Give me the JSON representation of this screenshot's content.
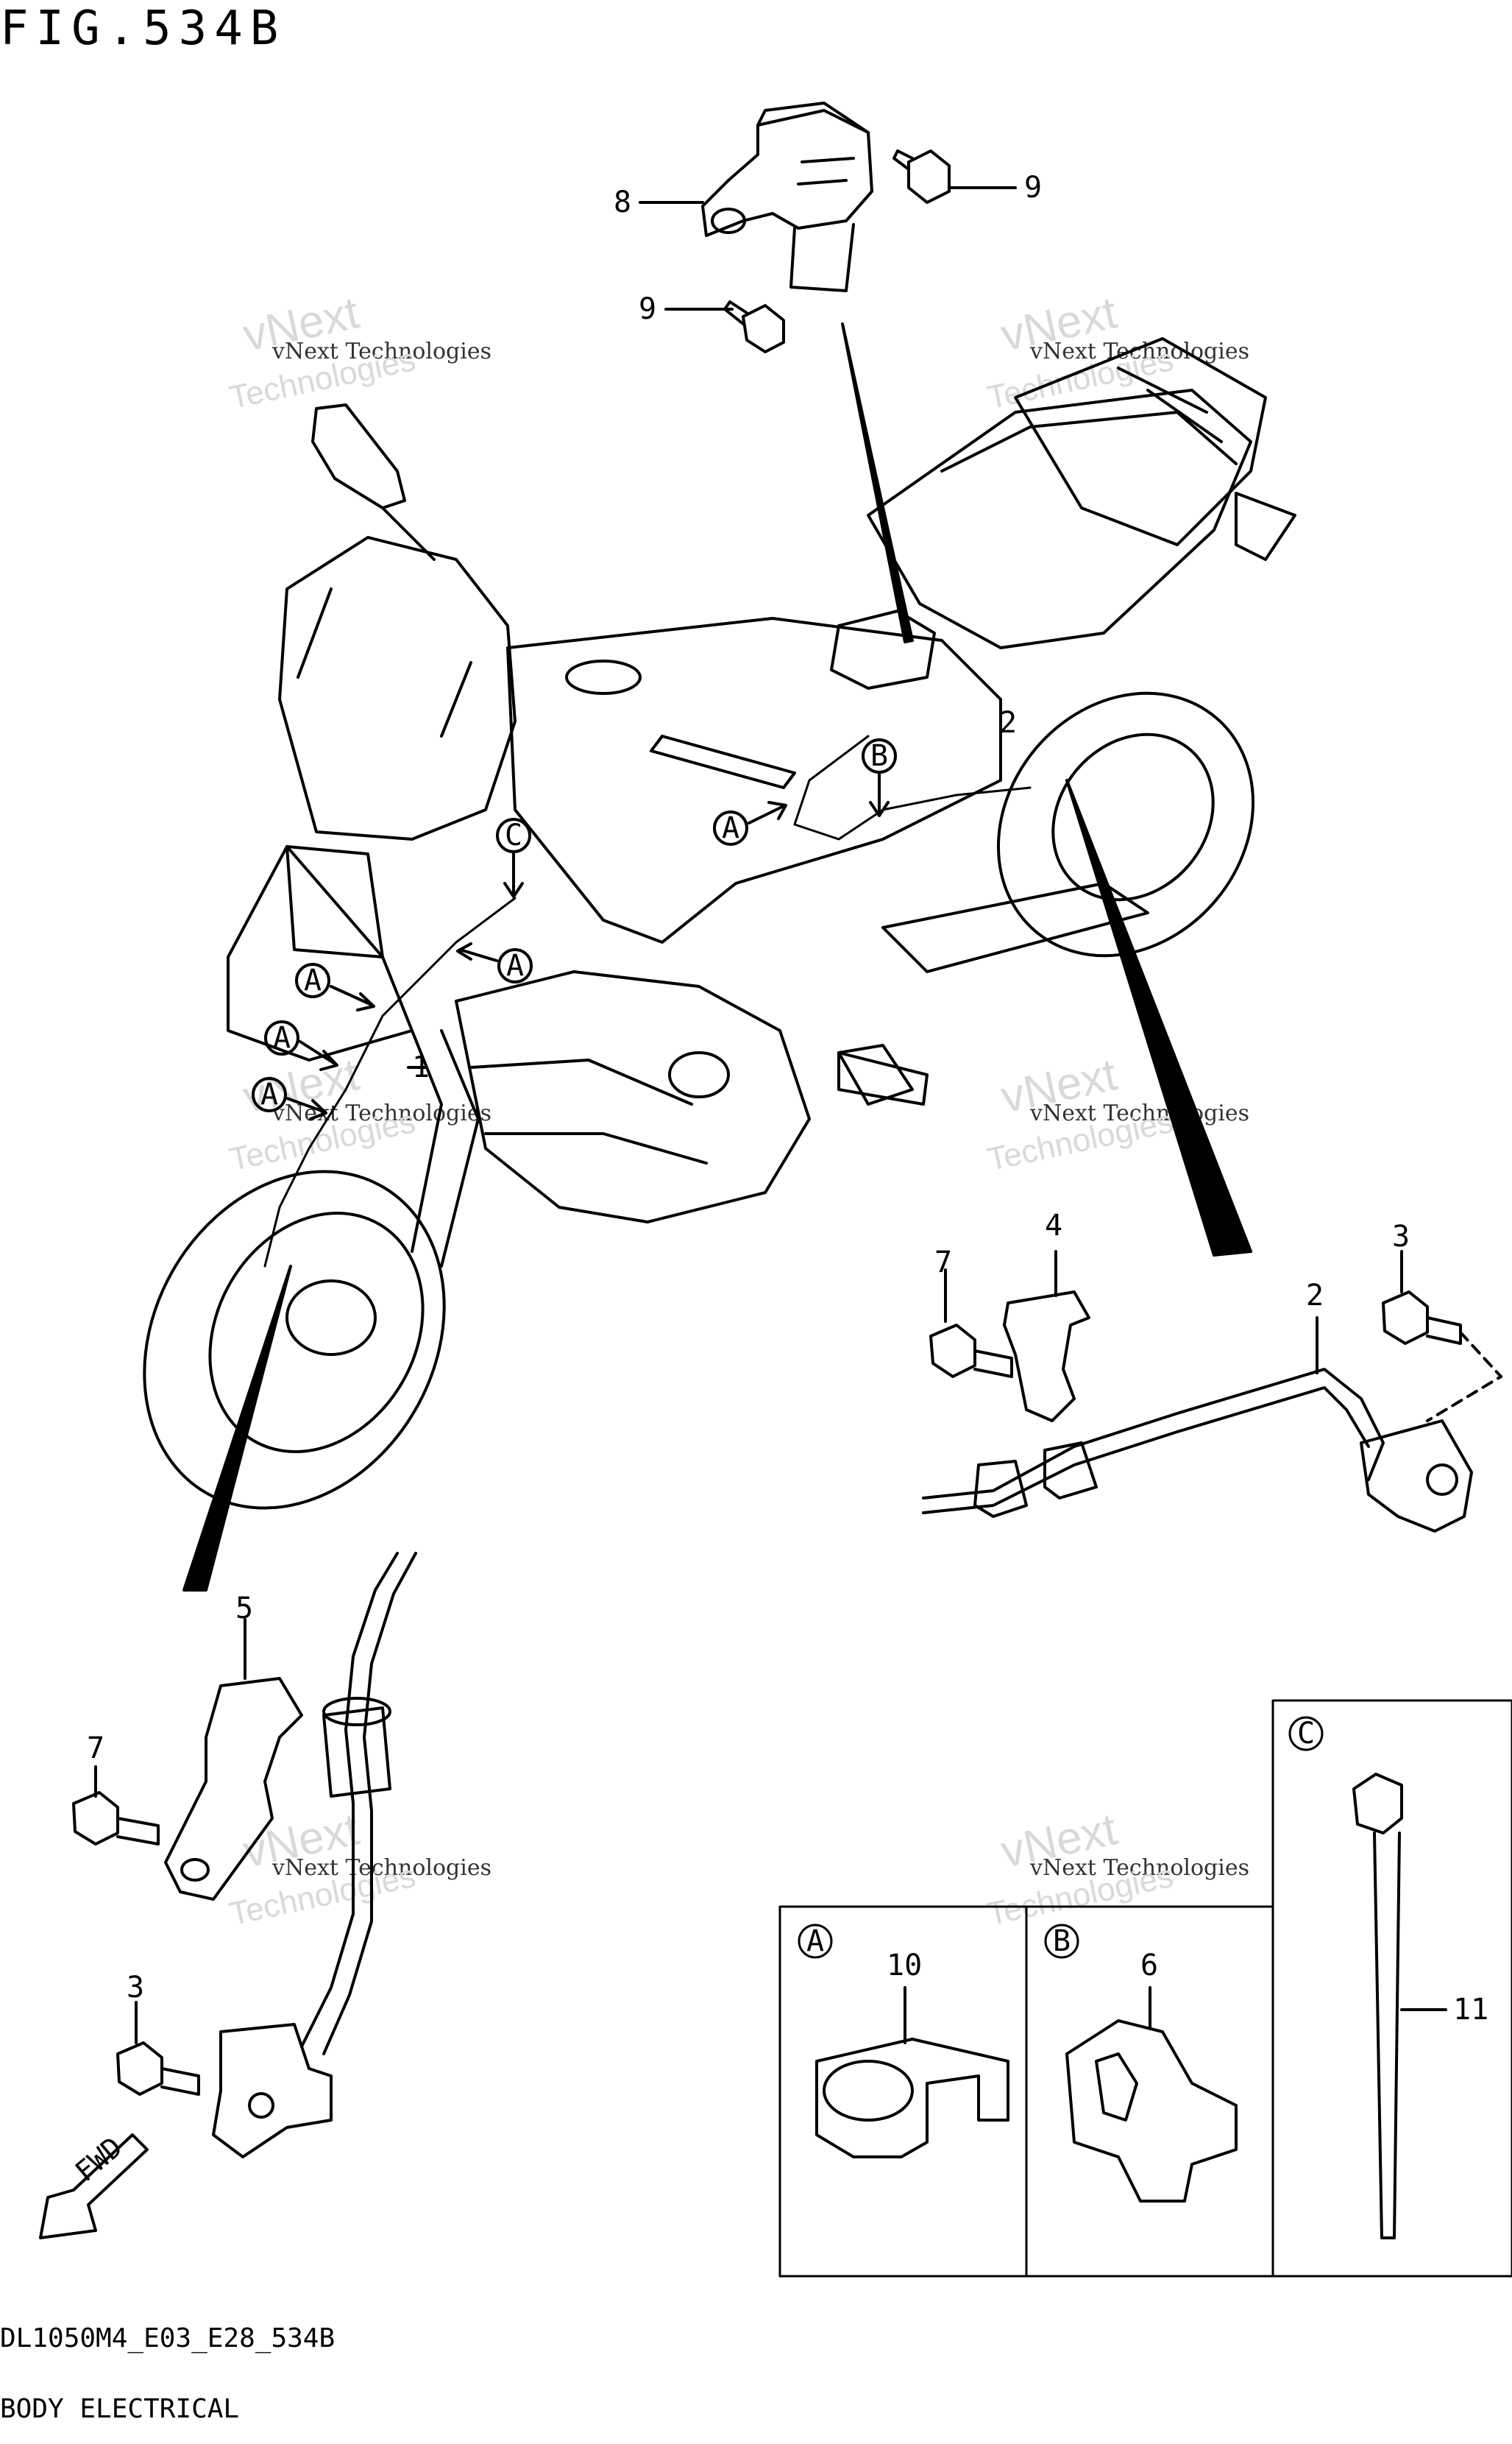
{
  "header": {
    "figure_title": "FIG.534B"
  },
  "footer": {
    "code": "DL1050M4_E03_E28_534B",
    "section_title": "BODY ELECTRICAL"
  },
  "watermark": {
    "line1": "vNext Technologies",
    "line2": "vNext",
    "line3": "Technologies"
  },
  "callouts": {
    "A": "A",
    "B": "B",
    "C": "C"
  },
  "direction_label": "FWD",
  "part_refs": {
    "p1": "1",
    "p2a": "2",
    "p2b": "2",
    "p3a": "3",
    "p3b": "3",
    "p4": "4",
    "p5": "5",
    "p6": "6",
    "p7a": "7",
    "p7b": "7",
    "p8": "8",
    "p9a": "9",
    "p9b": "9",
    "p10": "10",
    "p11": "11"
  }
}
